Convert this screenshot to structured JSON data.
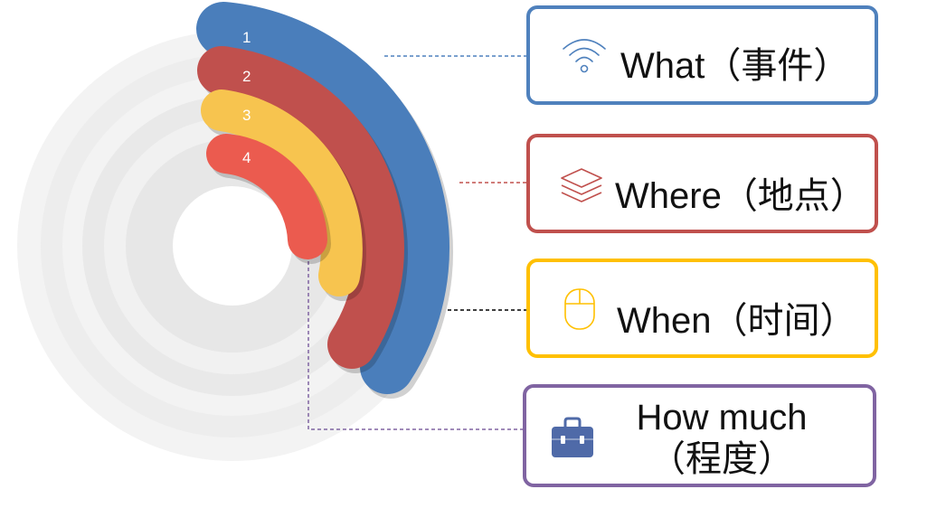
{
  "colors": {
    "blue": "#4a7ebb",
    "red": "#c0504d",
    "yellow": "#f7c44f",
    "coral": "#eb5b4f",
    "purple": "#8064a2",
    "gold": "#ffc000",
    "ring_light": "#f2f2f2",
    "ring_mid": "#e6e6e6"
  },
  "arcs": [
    {
      "number": "1",
      "color": "#4a7ebb"
    },
    {
      "number": "2",
      "color": "#c0504d"
    },
    {
      "number": "3",
      "color": "#f7c44f"
    },
    {
      "number": "4",
      "color": "#eb5b4f"
    }
  ],
  "boxes": [
    {
      "label": "What（事件）",
      "icon": "wifi-icon",
      "border": "#4f81bd",
      "connector": "#4f81bd"
    },
    {
      "label": "Where（地点）",
      "icon": "layers-icon",
      "border": "#c0504d",
      "connector": "#c0504d"
    },
    {
      "label": "When（时间）",
      "icon": "mouse-icon",
      "border": "#ffc000",
      "connector": "#000000"
    },
    {
      "label_line1": "How much",
      "label_line2": "（程度）",
      "icon": "briefcase-icon",
      "border": "#8064a2",
      "connector": "#8064a2"
    }
  ]
}
